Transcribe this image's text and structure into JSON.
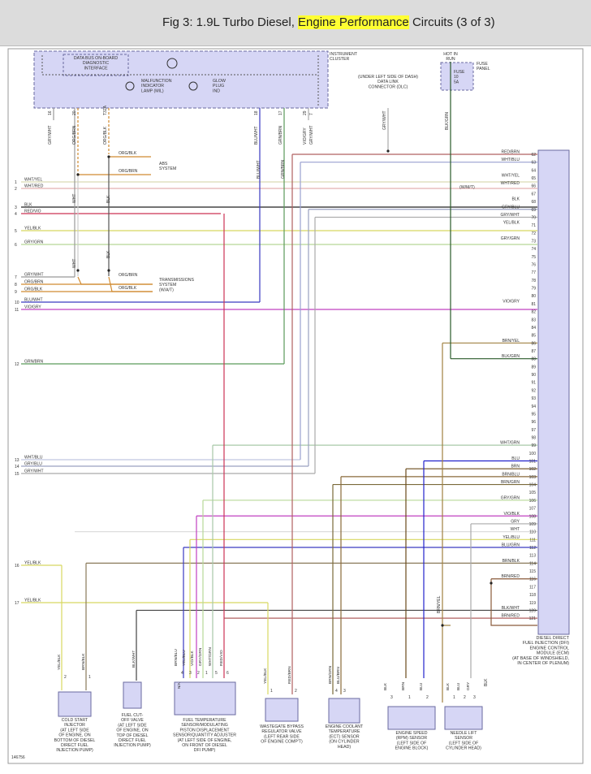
{
  "title": {
    "prefix": "Fig 3: 1.9L Turbo Diesel, ",
    "highlight": "Engine Performance",
    "suffix": " Circuits (3 of 3)"
  },
  "colors": {
    "highlight": "#ffff33",
    "module_fill": "#d6d6f5",
    "module_stroke": "#6a6aa0"
  },
  "labels": {
    "cluster_box_title": "DATA BUS ON-BOARD DIAGNOSTIC INTERFACE",
    "cluster_box_lines": [
      "DATA BUS ON-BOARD",
      "DIAGNOSTIC",
      "INTERFACE"
    ],
    "mil_lines": [
      "MALFUNCTION",
      "INDICATOR",
      "LAMP (MIL)"
    ],
    "glow_lines": [
      "GLOW",
      "PLUG",
      "IND"
    ],
    "instrument_lines": [
      "INSTRUMENT",
      "CLUSTER"
    ],
    "dlc_lines": [
      "(UNDER LEFT SIDE OF DASH)",
      "DATA LINK",
      "CONNECTOR (DLC)"
    ],
    "hot_lines": [
      "HOT IN",
      "RUN"
    ],
    "fuse_lines": [
      "FUSE",
      "10",
      "5A"
    ],
    "fuse_panel_lines": [
      "FUSE",
      "PANEL"
    ],
    "abs_lines": [
      "ABS",
      "SYSTEM"
    ],
    "trans_lines": [
      "TRANSMISSIONS",
      "SYSTEM",
      "(W/A/T)"
    ],
    "w_mt": "(W/M/T)",
    "ecm_lines": [
      "DIESEL DIRECT",
      "FUEL INJECTION (DFI)",
      "ENGINE CONTROL",
      "MODULE (ECM)",
      "(AT BASE OF WINDSHIELD,",
      "IN CENTER OF PLENUM)"
    ],
    "fig_code": "146756"
  },
  "left_wires": [
    {
      "num": "1",
      "label": "WHT/YEL"
    },
    {
      "num": "2",
      "label": "WHT/RED"
    },
    {
      "num": "3",
      "label": "BLK"
    },
    {
      "num": "4",
      "label": "RED/VIO"
    },
    {
      "num": "5",
      "label": "YEL/BLK"
    },
    {
      "num": "6",
      "label": "GRY/GRN"
    },
    {
      "num": "7",
      "label": "GRY/WHT"
    },
    {
      "num": "8",
      "label": "ORG/BRN"
    },
    {
      "num": "9",
      "label": "ORG/BLK"
    },
    {
      "num": "10",
      "label": "BLU/WHT"
    },
    {
      "num": "11",
      "label": "VIO/GRY"
    },
    {
      "num": "12",
      "label": "GRN/BRN"
    },
    {
      "num": "13",
      "label": "WHT/BLU"
    },
    {
      "num": "14",
      "label": "GRY/BLU"
    },
    {
      "num": "15",
      "label": "GRY/WHT"
    },
    {
      "num": "16",
      "label": "YEL/BLK"
    },
    {
      "num": "17",
      "label": "YEL/BLK"
    }
  ],
  "abs_wires": [
    "ORG/BLK",
    "ORG/BRN"
  ],
  "trans_wires": [
    "ORG/BRN",
    "ORG/BLK"
  ],
  "ecm_pins": [
    {
      "pin": "62",
      "label": "RED/BRN"
    },
    {
      "pin": "63",
      "label": "WHT/BLU"
    },
    {
      "pin": "64",
      "label": ""
    },
    {
      "pin": "65",
      "label": "WHT/YEL"
    },
    {
      "pin": "66",
      "label": "WHT/RED"
    },
    {
      "pin": "67",
      "label": ""
    },
    {
      "pin": "68",
      "label": "BLK"
    },
    {
      "pin": "69",
      "label": "GRY/BLU"
    },
    {
      "pin": "70",
      "label": "GRY/WHT"
    },
    {
      "pin": "71",
      "label": "YEL/BLK"
    },
    {
      "pin": "72",
      "label": ""
    },
    {
      "pin": "73",
      "label": "GRY/GRN"
    },
    {
      "pin": "74",
      "label": ""
    },
    {
      "pin": "75",
      "label": ""
    },
    {
      "pin": "76",
      "label": ""
    },
    {
      "pin": "77",
      "label": ""
    },
    {
      "pin": "78",
      "label": ""
    },
    {
      "pin": "79",
      "label": ""
    },
    {
      "pin": "80",
      "label": ""
    },
    {
      "pin": "81",
      "label": "VIO/GRY"
    },
    {
      "pin": "82",
      "label": ""
    },
    {
      "pin": "83",
      "label": ""
    },
    {
      "pin": "84",
      "label": ""
    },
    {
      "pin": "85",
      "label": ""
    },
    {
      "pin": "86",
      "label": "BRN/YEL"
    },
    {
      "pin": "87",
      "label": ""
    },
    {
      "pin": "88",
      "label": "BLK/GRN"
    },
    {
      "pin": "89",
      "label": ""
    },
    {
      "pin": "90",
      "label": ""
    },
    {
      "pin": "91",
      "label": ""
    },
    {
      "pin": "92",
      "label": ""
    },
    {
      "pin": "93",
      "label": ""
    },
    {
      "pin": "94",
      "label": ""
    },
    {
      "pin": "95",
      "label": ""
    },
    {
      "pin": "96",
      "label": ""
    },
    {
      "pin": "97",
      "label": ""
    },
    {
      "pin": "98",
      "label": ""
    },
    {
      "pin": "99",
      "label": "WHT/GRN"
    },
    {
      "pin": "100",
      "label": ""
    },
    {
      "pin": "101",
      "label": "BLU"
    },
    {
      "pin": "102",
      "label": "BRN"
    },
    {
      "pin": "103",
      "label": "BRN/BLU"
    },
    {
      "pin": "104",
      "label": "BRN/GRN"
    },
    {
      "pin": "105",
      "label": ""
    },
    {
      "pin": "106",
      "label": "GRY/GRN"
    },
    {
      "pin": "107",
      "label": ""
    },
    {
      "pin": "108",
      "label": "VIO/BLK"
    },
    {
      "pin": "109",
      "label": "GRY"
    },
    {
      "pin": "110",
      "label": "WHT"
    },
    {
      "pin": "111",
      "label": "YEL/BLU"
    },
    {
      "pin": "112",
      "label": "BLU/GRN"
    },
    {
      "pin": "113",
      "label": ""
    },
    {
      "pin": "114",
      "label": "BRN/BLK"
    },
    {
      "pin": "115",
      "label": ""
    },
    {
      "pin": "116",
      "label": "BRN/RED"
    },
    {
      "pin": "117",
      "label": ""
    },
    {
      "pin": "118",
      "label": ""
    },
    {
      "pin": "119",
      "label": ""
    },
    {
      "pin": "120",
      "label": "BLK/WHT"
    },
    {
      "pin": "121",
      "label": "BRN/RED"
    }
  ],
  "top_connectors": [
    {
      "pin": "16",
      "wire": "GRY/WHT"
    },
    {
      "pin": "20",
      "wire": "ORG/BRN"
    },
    {
      "pin": "T32A",
      "wire": "ORG/BLK"
    },
    {
      "pin": "18",
      "wire": "BLU/WHT"
    },
    {
      "pin": "17",
      "wire": "GRN/BRN"
    },
    {
      "pin": "29",
      "wire": "VIO/GRY"
    },
    {
      "pin": "7",
      "wire": "GRY/WHT"
    }
  ],
  "components": [
    {
      "id": "cold-start",
      "lines": [
        "COLD START",
        "INJECTOR",
        "(AT LEFT SIDE",
        "OF ENGINE, ON",
        "BOTTOM OF DIESEL",
        "DIRECT FUEL",
        "INJECTION PUMP)"
      ],
      "pins": [
        "2",
        "1"
      ],
      "wires": [
        "YEL/BLK",
        "BRN/BLK"
      ]
    },
    {
      "id": "fuel-cutoff",
      "lines": [
        "FUEL CUT-",
        "OFF VALVE",
        "(AT LEFT SIDE",
        "OF ENGINE, ON",
        "TOP OF DIESEL",
        "DIRECT FUEL",
        "INJECTION PUMP)"
      ],
      "pins": [],
      "wires": [
        "BLK/WHT"
      ]
    },
    {
      "id": "fuel-temp",
      "lines": [
        "FUEL TEMPERATURE",
        "SENSOR/MODULATING",
        "PISTON DISPLACEMENT",
        "SENSOR/QUANTITY ADJUSTER",
        "(AT LEFT SIDE OF ENGINE,",
        "ON FRONT OF DIESEL",
        "DFI PUMP)"
      ],
      "pins": [
        "4",
        "3",
        "2",
        "1",
        "5",
        "6"
      ],
      "wires": [
        "BRN/BLU",
        "YEL/BLU",
        "VIO/BLK",
        "GRY/GRN",
        "WHT/GRN",
        "RED/VIO"
      ]
    },
    {
      "id": "wastegate",
      "lines": [
        "WASTEGATE BYPASS",
        "REGULATOR VALVE",
        "(LEFT REAR SIDE",
        "OF ENGINE COMP'T)"
      ],
      "pins": [
        "1",
        "2"
      ],
      "wires": [
        "YEL/BLK",
        "RED/BRN"
      ]
    },
    {
      "id": "ect",
      "lines": [
        "ENGINE COOLANT",
        "TEMPERATURE",
        "(ECT) SENSOR",
        "(ON CYLINDER",
        "HEAD)"
      ],
      "pins": [
        "4",
        "3"
      ],
      "wires": [
        "BRN/GRN",
        "BLU/BRN"
      ]
    },
    {
      "id": "rpm",
      "lines": [
        "ENGINE SPEED",
        "(RPM) SENSOR",
        "(LEFT SIDE OF",
        "ENGINE BLOCK)"
      ],
      "pins": [
        "3",
        "1",
        "2"
      ],
      "wires": [
        "BLK",
        "BRN",
        "BLU"
      ]
    },
    {
      "id": "needle",
      "lines": [
        "NEEDLE LIFT",
        "SENSOR",
        "(LEFT SIDE OF",
        "CYLINDER HEAD)"
      ],
      "pins": [
        "1",
        "2",
        "3"
      ],
      "wires": [
        "BLK",
        "BLU",
        "GRY"
      ]
    }
  ],
  "misc_wires": {
    "dlc": "GRY/WHT",
    "fuse_out": "BLK/GRN",
    "rpm_shield": "BRN/YEL",
    "needle_shield": "BLK",
    "comp_bottom": "N/A",
    "wht_a": "WHT",
    "blk_a": "BLK",
    "wht_b": "WHT",
    "blk_b": "BLK"
  }
}
